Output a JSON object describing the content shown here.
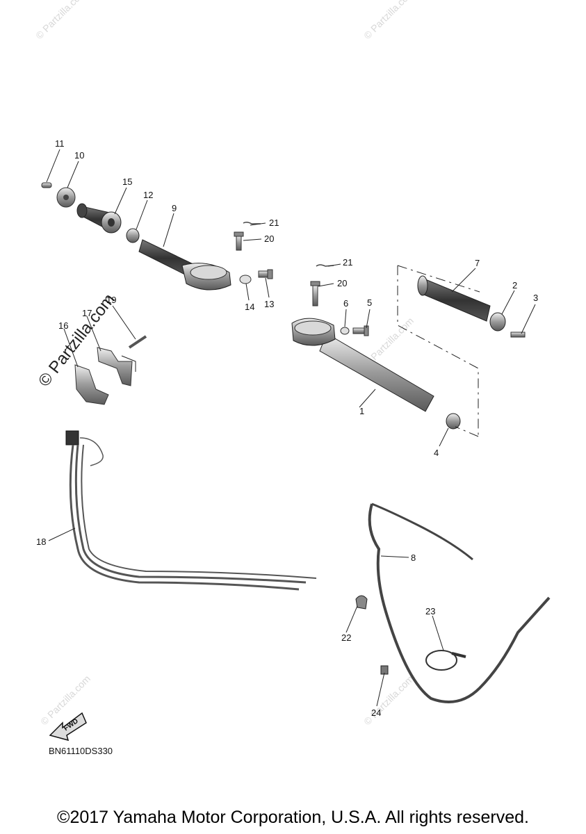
{
  "diagram": {
    "callouts": [
      {
        "id": "c11",
        "text": "11"
      },
      {
        "id": "c10",
        "text": "10"
      },
      {
        "id": "c15",
        "text": "15"
      },
      {
        "id": "c12",
        "text": "12"
      },
      {
        "id": "c9",
        "text": "9"
      },
      {
        "id": "c21a",
        "text": "21"
      },
      {
        "id": "c20a",
        "text": "20"
      },
      {
        "id": "c14",
        "text": "14"
      },
      {
        "id": "c13",
        "text": "13"
      },
      {
        "id": "c21b",
        "text": "21"
      },
      {
        "id": "c20b",
        "text": "20"
      },
      {
        "id": "c6",
        "text": "6"
      },
      {
        "id": "c5",
        "text": "5"
      },
      {
        "id": "c7",
        "text": "7"
      },
      {
        "id": "c2",
        "text": "2"
      },
      {
        "id": "c3",
        "text": "3"
      },
      {
        "id": "c1",
        "text": "1"
      },
      {
        "id": "c4",
        "text": "4"
      },
      {
        "id": "c16",
        "text": "16"
      },
      {
        "id": "c17",
        "text": "17"
      },
      {
        "id": "c19",
        "text": "19"
      },
      {
        "id": "c18",
        "text": "18"
      },
      {
        "id": "c8",
        "text": "8"
      },
      {
        "id": "c22",
        "text": "22"
      },
      {
        "id": "c23",
        "text": "23"
      },
      {
        "id": "c24",
        "text": "24"
      }
    ],
    "fwd_label": "FWD",
    "diagram_code": "BN61110DS330"
  },
  "watermark": {
    "brand": "© Partzilla.com",
    "small": "© Partzilla.com"
  },
  "footer": {
    "copyright": "©2017 Yamaha Motor Corporation, U.S.A. All rights reserved."
  }
}
